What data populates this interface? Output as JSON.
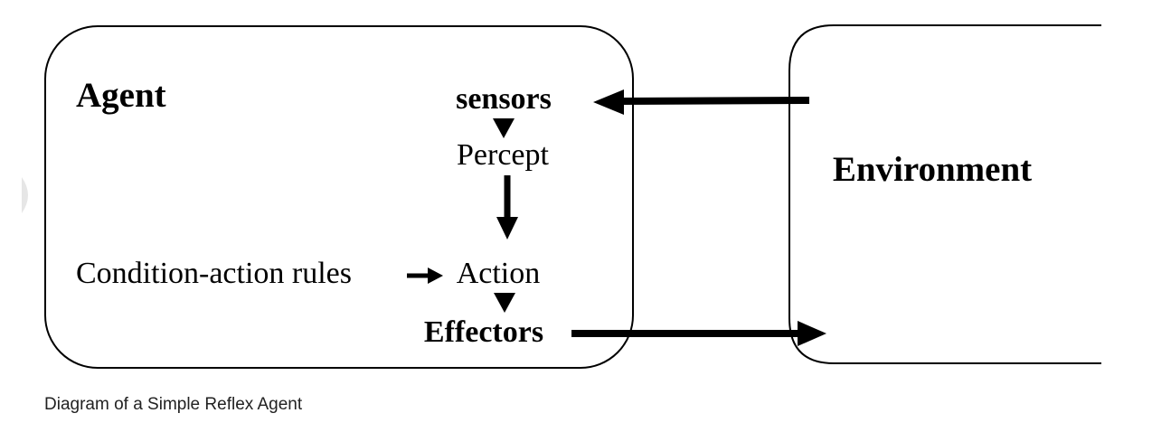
{
  "diagram": {
    "agent_title": "Agent",
    "sensors": "sensors",
    "percept": "Percept",
    "condition_action_rules": "Condition-action rules",
    "action": "Action",
    "effectors": "Effectors",
    "environment": "Environment"
  },
  "caption": "Diagram of a Simple Reflex Agent"
}
